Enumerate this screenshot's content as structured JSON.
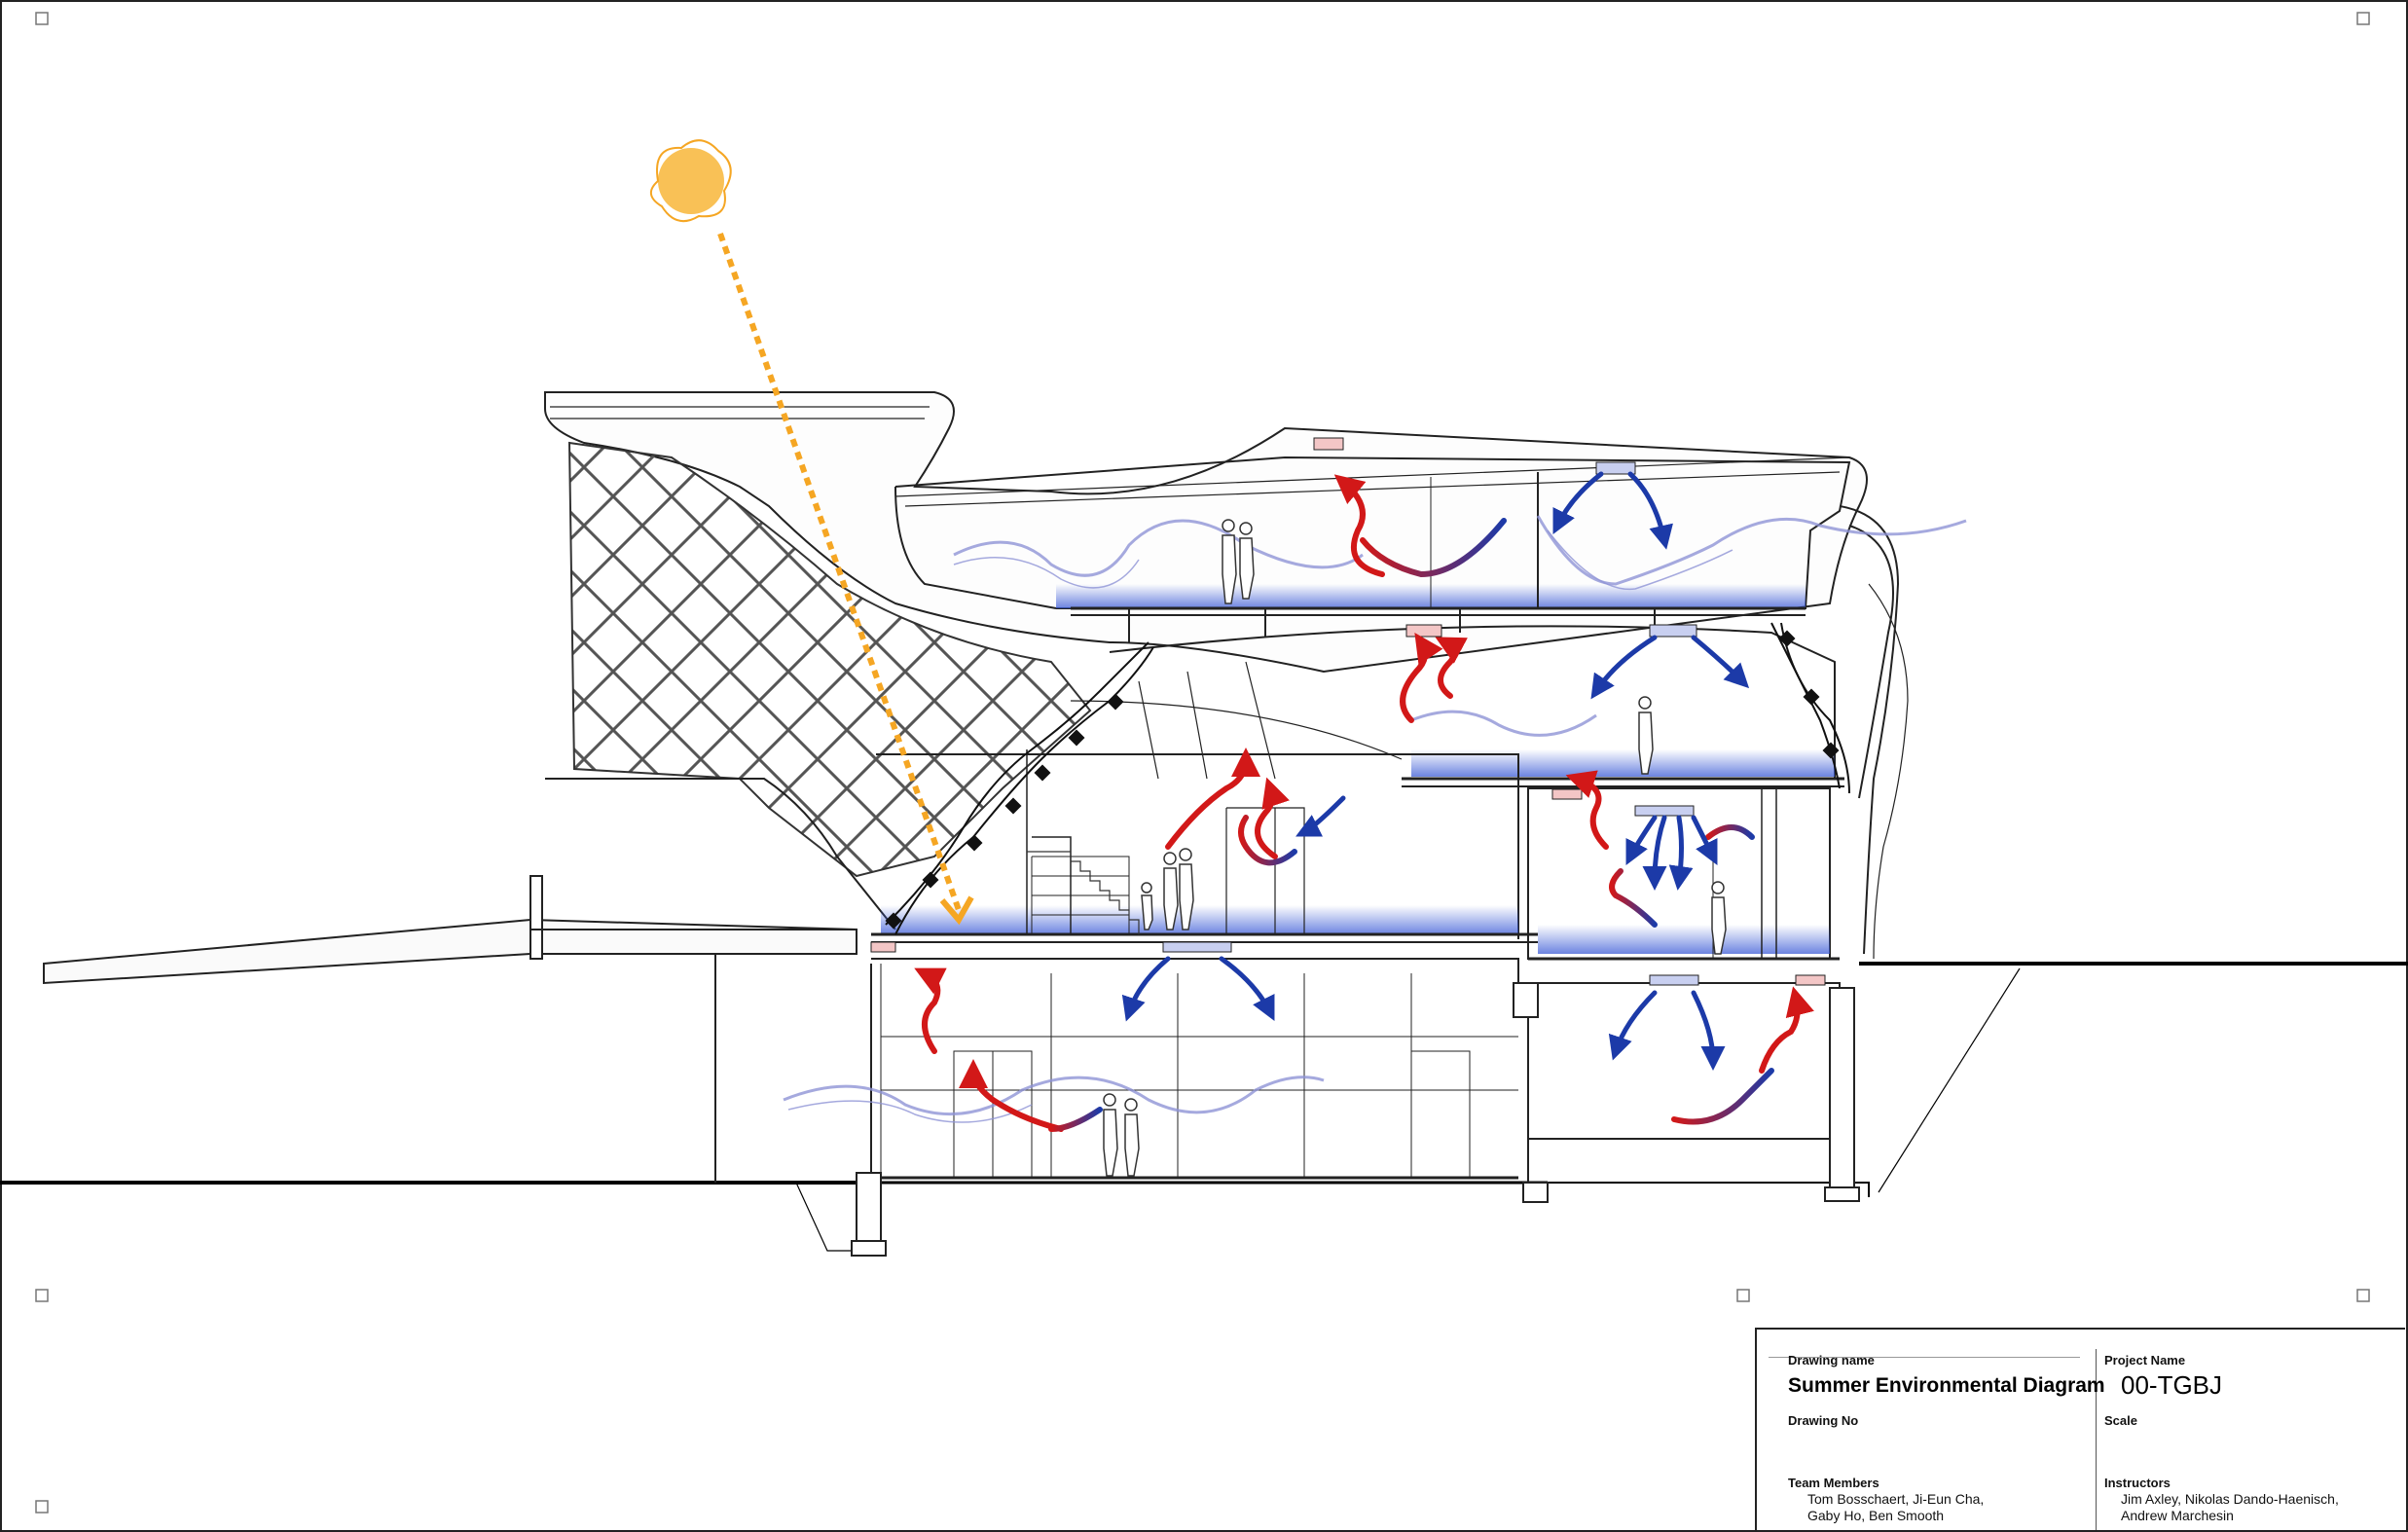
{
  "title_block": {
    "drawing_name_label": "Drawing name",
    "drawing_name": "Summer Environmental Diagram",
    "drawing_no_label": "Drawing No",
    "team_members_label": "Team Members",
    "team_members": "Tom Bosschaert, Ji-Eun Cha,\nGaby Ho, Ben Smooth",
    "project_name_label": "Project Name",
    "project_name": "00-TGBJ",
    "scale_label": "Scale",
    "instructors_label": "Instructors",
    "instructors": "Jim Axley, Nikolas Dando-Haenisch,\nAndrew Marchesin"
  },
  "colors": {
    "warm_air": "#d21818",
    "cool_air": "#1c3aa8",
    "sun": "#f9c156",
    "sun_ray": "#f5a623",
    "breeze": "#8f93d6",
    "floor_glow": "#3b5bd6",
    "line": "#222222"
  }
}
